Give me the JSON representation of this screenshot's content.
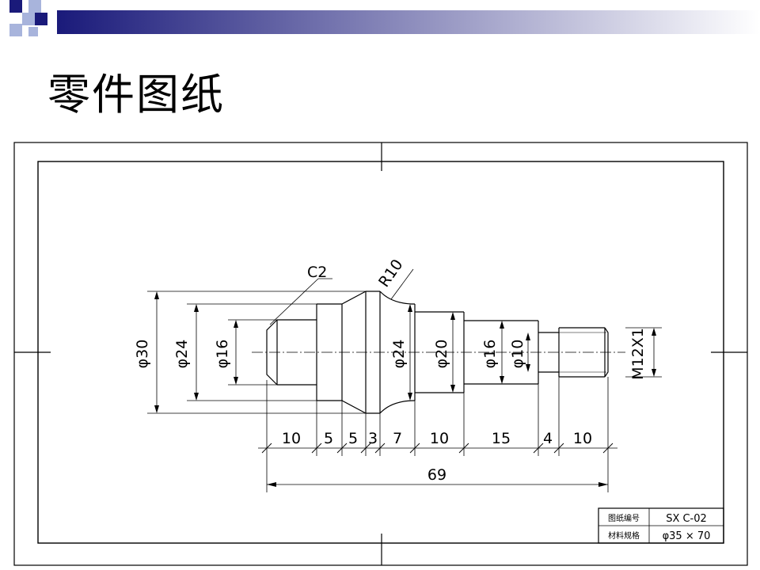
{
  "slide": {
    "title": "零件图纸"
  },
  "colors": {
    "bar_start": "#1a1a7a",
    "bar_end": "#ffffff",
    "square_dark": "#1a1a7a",
    "square_light": "#a8b4dc",
    "line": "#000000"
  },
  "drawing": {
    "chamfer_label": "C2",
    "radius_label": "R10",
    "diameters": {
      "d30": "φ30",
      "d24_left": "φ24",
      "d16_left": "φ16",
      "d24_mid": "φ24",
      "d20": "φ20",
      "d16_right": "φ16",
      "d10": "φ10",
      "thread": "M12X1"
    },
    "lengths": [
      "10",
      "5",
      "5",
      "3",
      "7",
      "10",
      "15",
      "4",
      "10"
    ],
    "total_length": "69"
  },
  "title_block": {
    "drawing_no_label": "图纸编号",
    "drawing_no_value": "SX C-02",
    "material_label": "材料规格",
    "material_value": "φ35 × 70"
  }
}
